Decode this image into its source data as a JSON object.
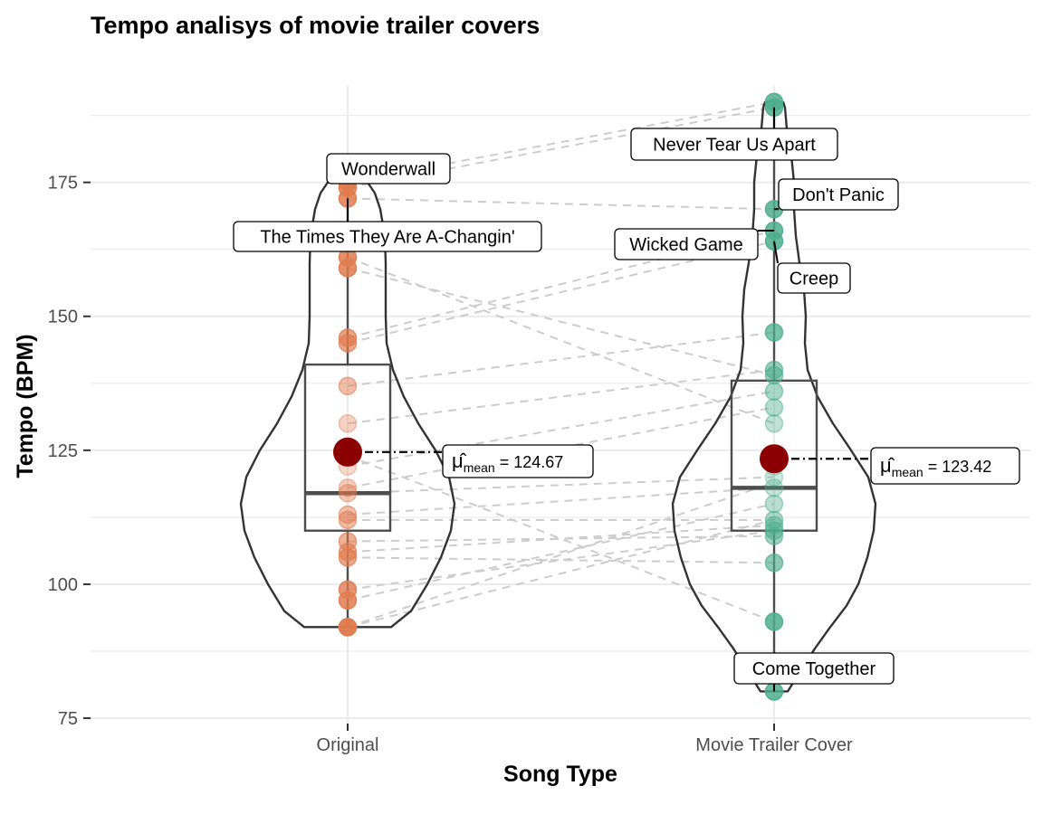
{
  "chart_data": {
    "type": "violin",
    "title": "Tempo analisys of movie trailer covers",
    "xlabel": "Song Type",
    "ylabel": "Tempo (BPM)",
    "categories": [
      "Original",
      "Movie Trailer Cover"
    ],
    "ylim": [
      74,
      193
    ],
    "yticks": [
      75,
      100,
      125,
      150,
      175
    ],
    "grid": true,
    "colors": {
      "original": "#e07b4f",
      "cover": "#4fae8e",
      "mean": "#8b0000",
      "outline": "#333333",
      "grid": "#ebebeb",
      "pairline": "#cccccc"
    },
    "series": [
      {
        "name": "Original",
        "points": [
          175,
          174,
          172,
          161,
          159,
          146,
          145,
          137,
          130,
          124,
          122,
          118,
          117,
          113,
          112,
          108,
          106,
          105,
          99,
          97,
          92,
          92
        ],
        "box": {
          "q1": 110,
          "median": 117,
          "q3": 141,
          "min": 92,
          "max": 175
        },
        "mean": 124.67,
        "mean_label": "124.67"
      },
      {
        "name": "Movie Trailer Cover",
        "points": [
          190,
          189,
          170,
          166,
          164,
          147,
          140,
          139,
          136,
          133,
          130,
          122,
          120,
          118,
          115,
          112,
          111,
          110,
          109,
          104,
          93,
          80
        ],
        "box": {
          "q1": 110,
          "median": 118,
          "q3": 138,
          "min": 80,
          "max": 190
        },
        "mean": 123.42,
        "mean_label": "123.42"
      }
    ],
    "pairs": [
      [
        92,
        119
      ],
      [
        92,
        112
      ],
      [
        97,
        115
      ],
      [
        99,
        110
      ],
      [
        105,
        104
      ],
      [
        106,
        111
      ],
      [
        108,
        109
      ],
      [
        112,
        112
      ],
      [
        113,
        118
      ],
      [
        117,
        120
      ],
      [
        118,
        133
      ],
      [
        122,
        136
      ],
      [
        124,
        93
      ],
      [
        130,
        140
      ],
      [
        137,
        147
      ],
      [
        145,
        164
      ],
      [
        146,
        166
      ],
      [
        159,
        139
      ],
      [
        161,
        130
      ],
      [
        172,
        170
      ],
      [
        174,
        189
      ],
      [
        175,
        190
      ]
    ],
    "annotations": [
      {
        "text": "Wonderwall",
        "series": 0,
        "y": 175
      },
      {
        "text": "The Times They Are A-Changin'",
        "series": 0,
        "y": 172
      },
      {
        "text": "Never Tear Us Apart",
        "series": 1,
        "y": 189
      },
      {
        "text": "Don't Panic",
        "series": 1,
        "y": 170
      },
      {
        "text": "Wicked Game",
        "series": 1,
        "y": 166
      },
      {
        "text": "Creep",
        "series": 1,
        "y": 164
      },
      {
        "text": "Come Together",
        "series": 1,
        "y": 80
      }
    ],
    "mean_symbol": "μ̂",
    "mean_subscript": "mean"
  }
}
